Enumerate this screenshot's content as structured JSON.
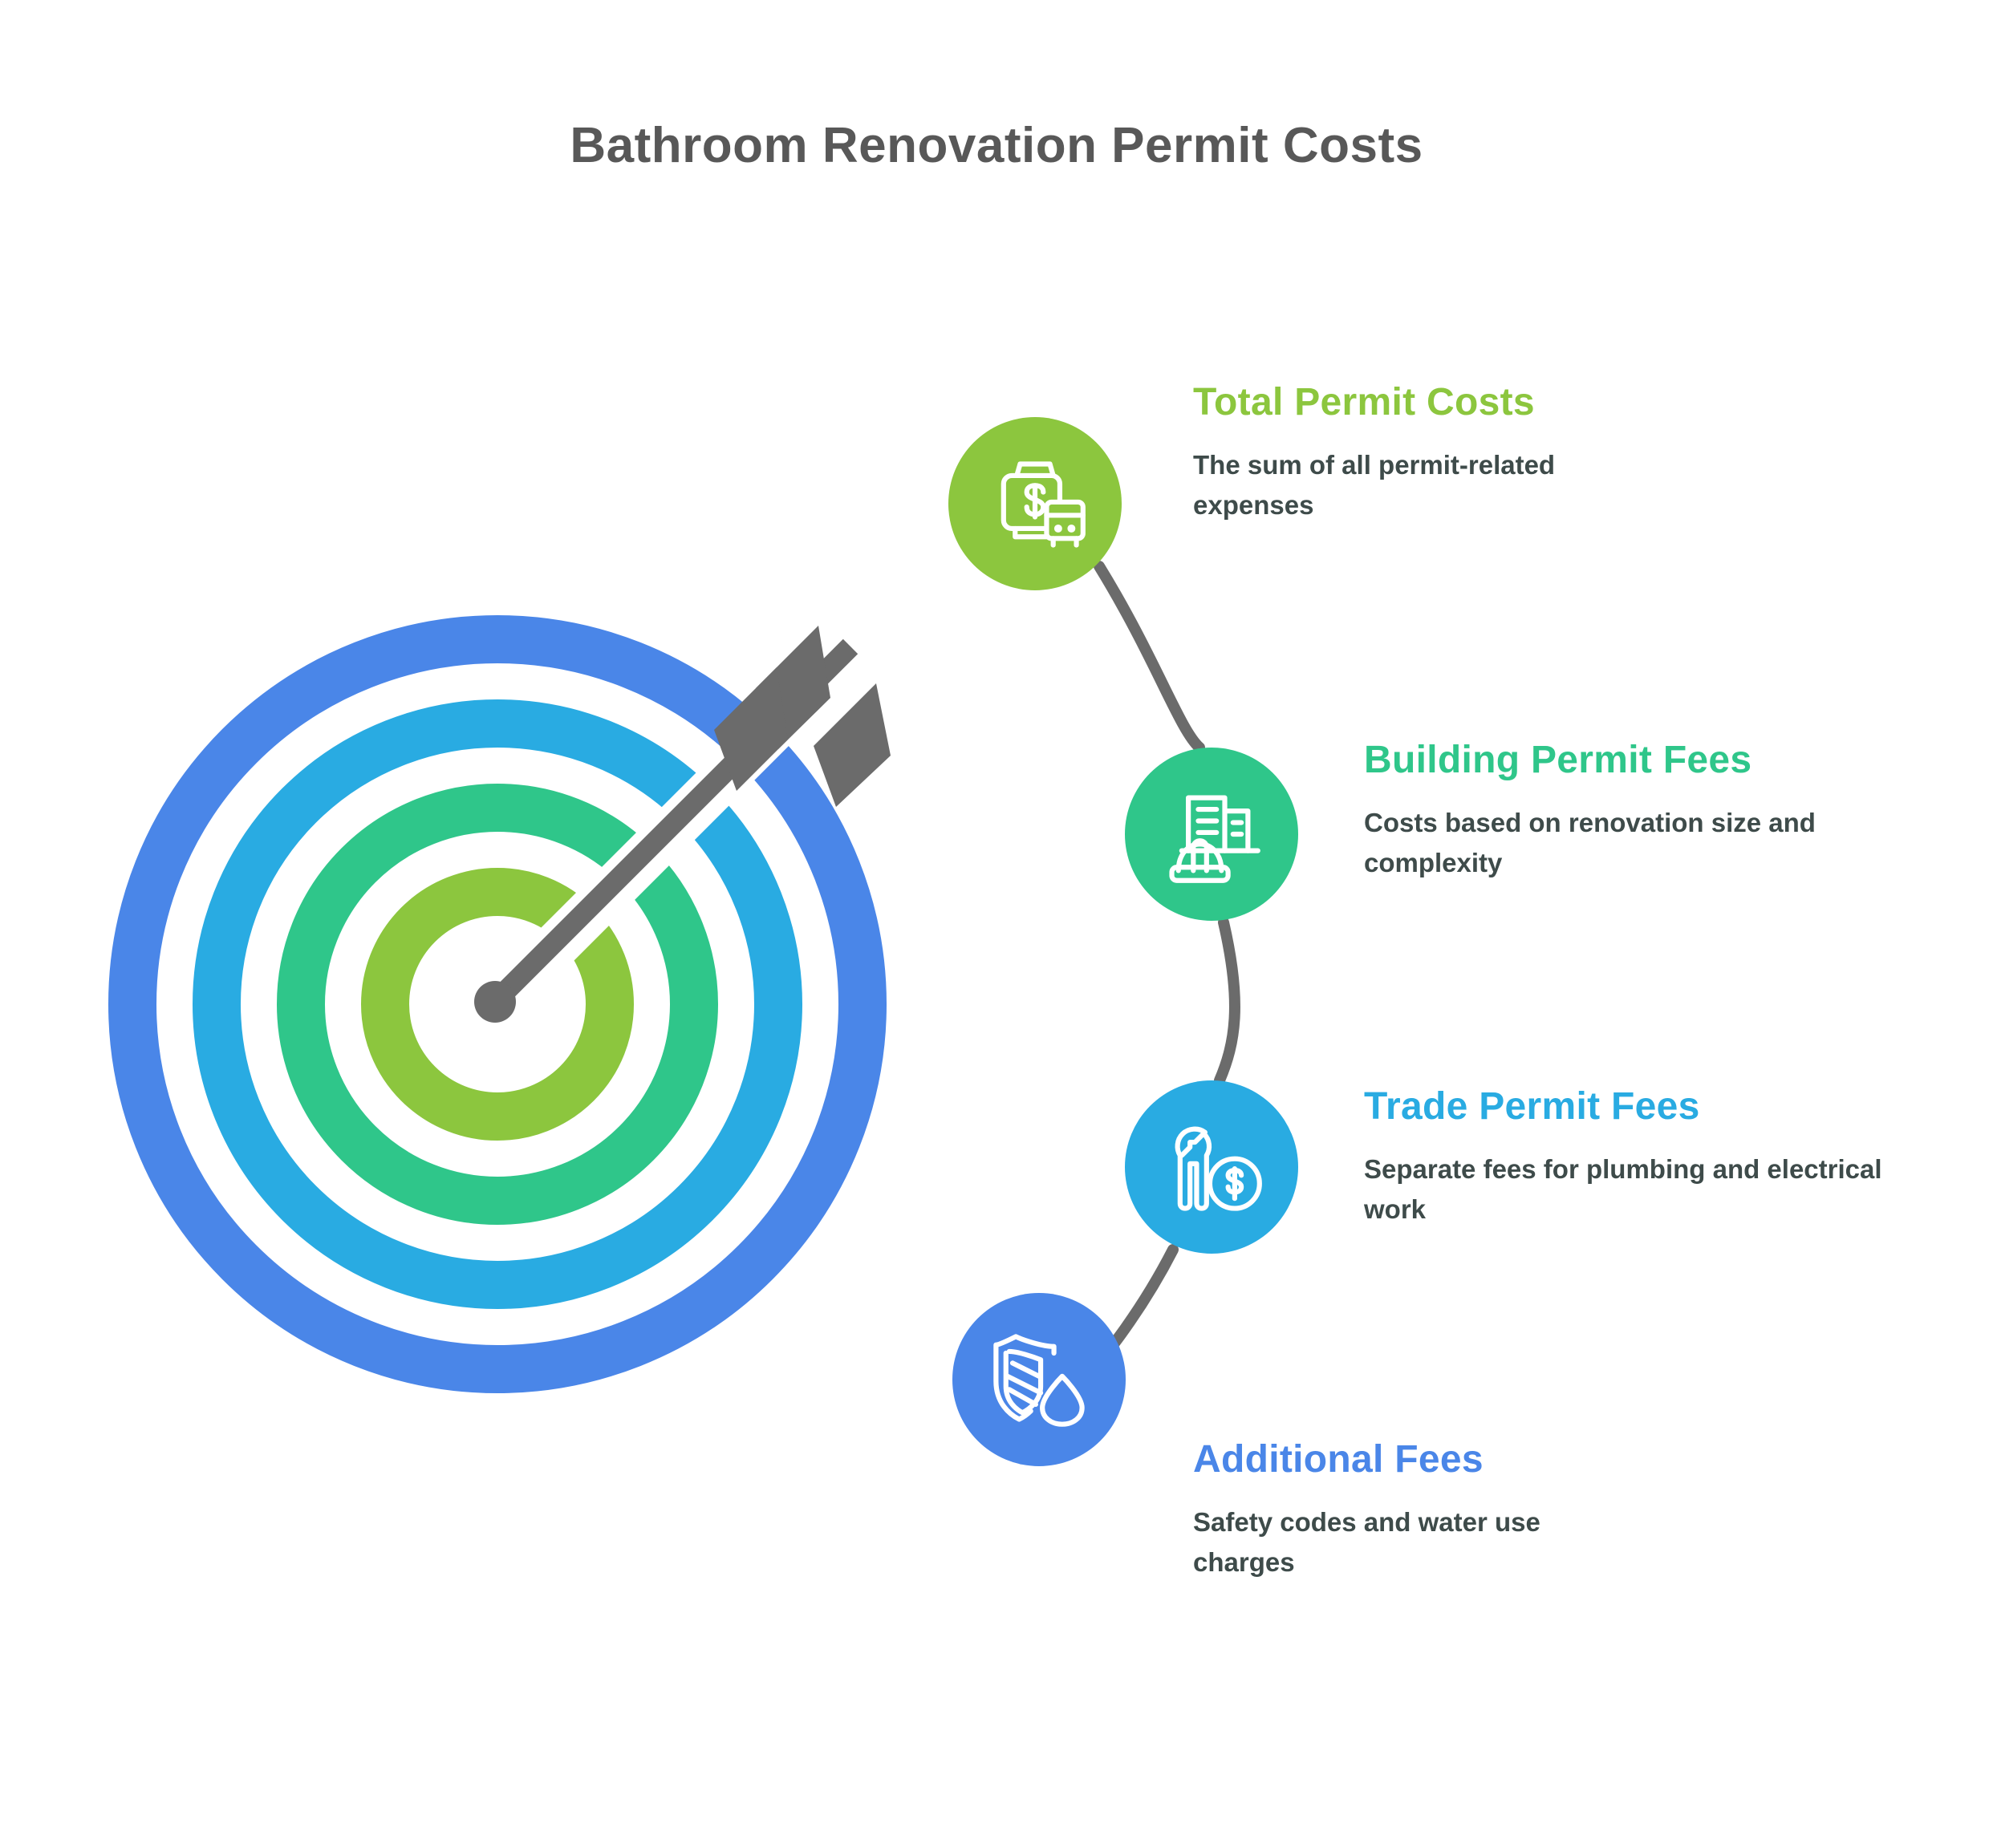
{
  "header": {
    "title": "Bathroom Renovation Permit Costs",
    "title_color": "#585858"
  },
  "target": {
    "name": "bullseye-target-with-arrow",
    "rings": [
      {
        "label": "outer-ring",
        "color": "#4A86E8"
      },
      {
        "label": "second-ring",
        "color": "#29ABE2"
      },
      {
        "label": "third-ring",
        "color": "#2FC68A"
      },
      {
        "label": "bullseye-ring",
        "color": "#8CC63E"
      }
    ],
    "arrow_color": "#6B6B6B"
  },
  "items": [
    {
      "id": "total-permit-costs",
      "title": "Total Permit Costs",
      "description": "The sum of all permit-related expenses",
      "color": "#8CC63E",
      "icon": "briefcase-dollar-calculator-icon"
    },
    {
      "id": "building-permit-fees",
      "title": "Building Permit Fees",
      "description": "Costs based on renovation size and complexity",
      "color": "#2FC68A",
      "icon": "building-hardhat-icon"
    },
    {
      "id": "trade-permit-fees",
      "title": "Trade Permit Fees",
      "description": "Separate fees for plumbing and electrical work",
      "color": "#29ABE2",
      "icon": "wrench-dollar-coin-icon"
    },
    {
      "id": "additional-fees",
      "title": "Additional Fees",
      "description": "Safety codes and water use charges",
      "color": "#4A86E8",
      "icon": "shield-water-droplet-icon"
    }
  ],
  "connector": {
    "color": "#6B6B6B"
  }
}
